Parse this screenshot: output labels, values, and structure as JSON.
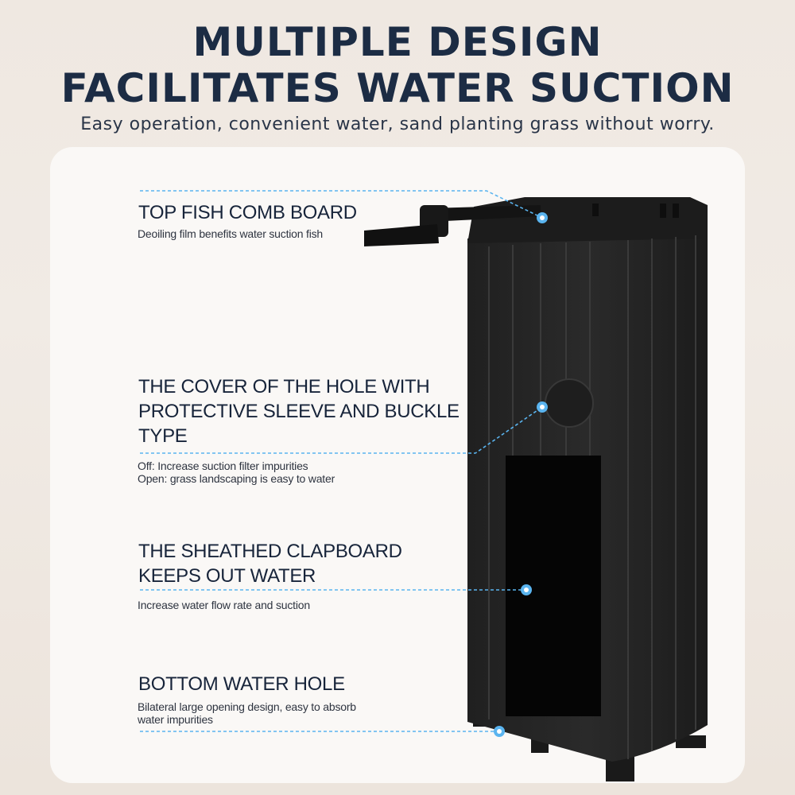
{
  "header": {
    "title_line1": "MULTIPLE DESIGN",
    "title_line2": "FACILITATES WATER SUCTION",
    "subtitle": "Easy operation, convenient water, sand planting grass without worry."
  },
  "callouts": [
    {
      "title_lines": [
        "TOP FISH COMB BOARD"
      ],
      "description_lines": [
        "Deoiling film benefits water suction fish"
      ]
    },
    {
      "title_lines": [
        "THE COVER OF THE HOLE WITH",
        "PROTECTIVE SLEEVE AND BUCKLE",
        "TYPE"
      ],
      "description_lines": [
        "Off: Increase suction filter impurities",
        "Open: grass landscaping is easy to water"
      ]
    },
    {
      "title_lines": [
        "THE SHEATHED CLAPBOARD",
        "KEEPS OUT WATER"
      ],
      "description_lines": [
        "Increase water flow rate and suction"
      ]
    },
    {
      "title_lines": [
        "BOTTOM WATER HOLE"
      ],
      "description_lines": [
        "Bilateral large opening design, easy to absorb",
        "water impurities"
      ]
    }
  ],
  "colors": {
    "headline": "#1c2c44",
    "leader_line": "#5ab4ef",
    "product": "#1a1a1a",
    "card": "#faf8f6"
  }
}
